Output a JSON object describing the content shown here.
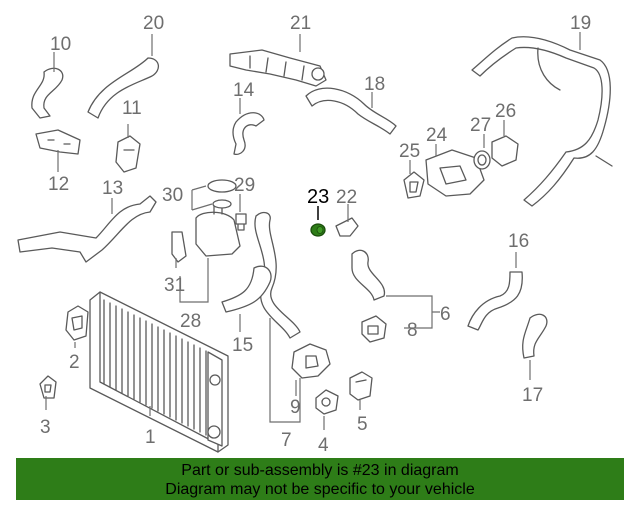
{
  "diagram": {
    "callouts": [
      "1",
      "2",
      "3",
      "4",
      "5",
      "6",
      "7",
      "8",
      "9",
      "10",
      "11",
      "12",
      "13",
      "14",
      "15",
      "16",
      "17",
      "18",
      "19",
      "20",
      "21",
      "22",
      "23",
      "24",
      "25",
      "26",
      "27",
      "28",
      "29",
      "30",
      "31"
    ],
    "highlighted_callout": "23",
    "highlight_color": "#2e7d18"
  },
  "banner": {
    "line1": "Part or sub-assembly is #23 in diagram",
    "line2": "Diagram may not be specific to your vehicle",
    "background": "#2e7d18"
  }
}
